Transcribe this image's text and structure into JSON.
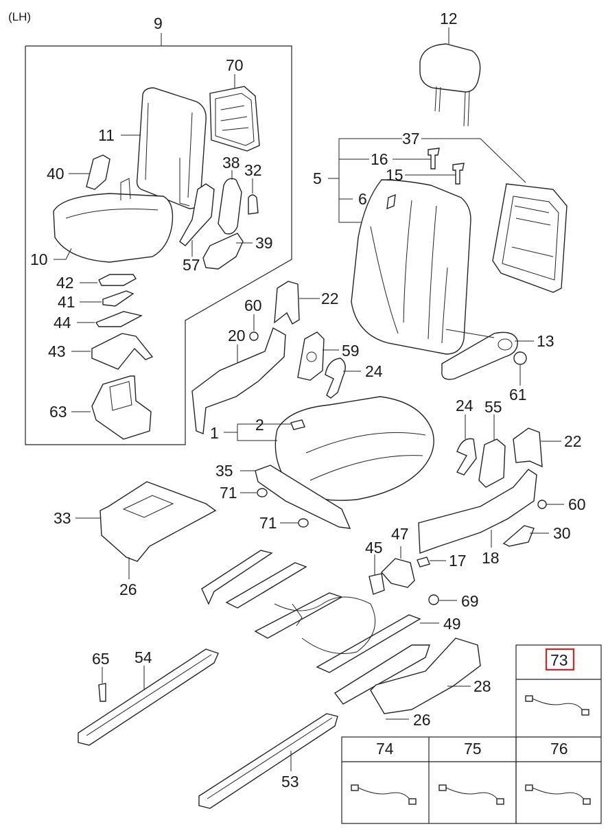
{
  "header": {
    "side": "(LH)"
  },
  "labels": {
    "p9": "9",
    "p70": "70",
    "p11": "11",
    "p40": "40",
    "p38": "38",
    "p32": "32",
    "p10": "10",
    "p57": "57",
    "p39": "39",
    "p42": "42",
    "p41": "41",
    "p44": "44",
    "p43": "43",
    "p63": "63",
    "p12": "12",
    "p37": "37",
    "p16": "16",
    "p15": "15",
    "p5": "5",
    "p6": "6",
    "p22a": "22",
    "p60a": "60",
    "p20": "20",
    "p59": "59",
    "p24a": "24",
    "p13": "13",
    "p61": "61",
    "p2": "2",
    "p1": "1",
    "p24b": "24",
    "p55": "55",
    "p22b": "22",
    "p35": "35",
    "p71a": "71",
    "p71b": "71",
    "p60b": "60",
    "p33": "33",
    "p30": "30",
    "p18": "18",
    "p47": "47",
    "p45": "45",
    "p17": "17",
    "p26a": "26",
    "p69": "69",
    "p49": "49",
    "p65": "65",
    "p54": "54",
    "p28": "28",
    "p26b": "26",
    "p53": "53"
  },
  "table": {
    "h73": "73",
    "h74": "74",
    "h75": "75",
    "h76": "76"
  },
  "colors": {
    "highlight": "#e0201a",
    "line": "#222222"
  }
}
